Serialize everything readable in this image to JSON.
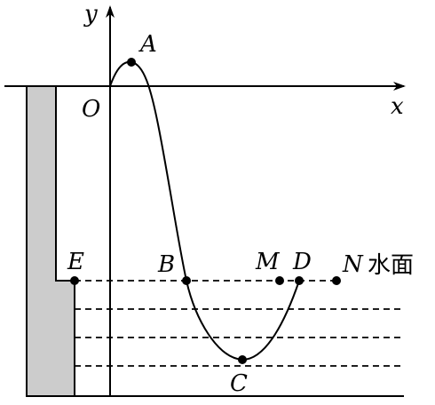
{
  "axes": {
    "x_label": "x",
    "y_label": "y",
    "origin_label": "O"
  },
  "points": {
    "A": "A",
    "B": "B",
    "C": "C",
    "D": "D",
    "E": "E",
    "M": "M",
    "N": "N"
  },
  "water_surface_label": "水面",
  "colors": {
    "wall": "#cccccc",
    "ink": "#000000",
    "background": "#ffffff"
  }
}
